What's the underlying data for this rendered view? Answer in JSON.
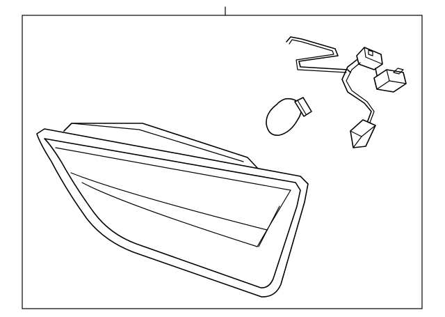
{
  "diagram": {
    "colors": {
      "background": "#ffffff",
      "line": "#000000"
    },
    "parts": [
      {
        "name": "tail-lamp-housing",
        "icon": "lamp-housing-outline"
      },
      {
        "name": "bulb",
        "icon": "wedge-bulb-outline"
      },
      {
        "name": "wiring-harness",
        "icon": "harness-outline"
      }
    ]
  }
}
